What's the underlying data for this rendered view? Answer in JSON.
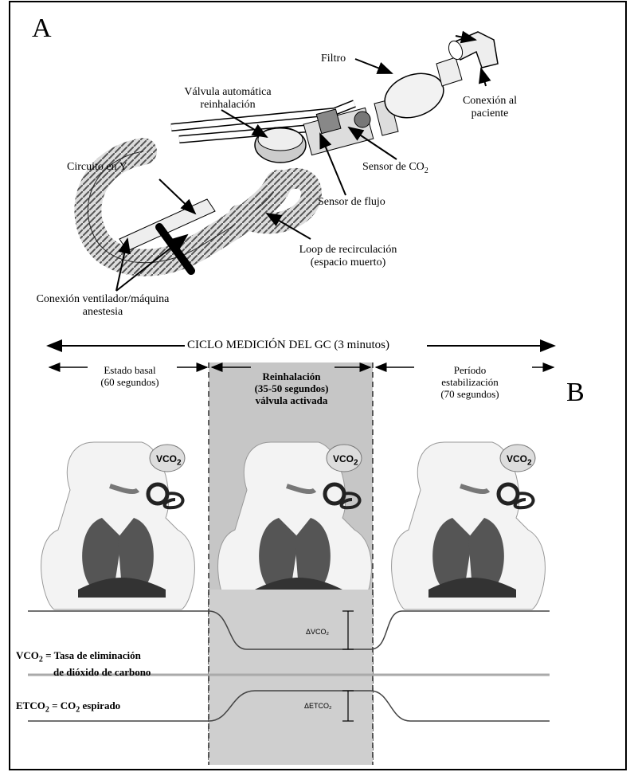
{
  "panel_a": {
    "letter": "A",
    "labels": {
      "filtro": "Filtro",
      "valvula_1": "Válvula automática",
      "valvula_2": "reinhalación",
      "conexion_paciente_1": "Conexión al",
      "conexion_paciente_2": "paciente",
      "circuito_y": "Circuito en Y",
      "sensor_co2": "Sensor de CO",
      "sensor_co2_sub": "2",
      "sensor_flujo": "Sensor de flujo",
      "loop_1": "Loop de recirculación",
      "loop_2": "(espacio muerto)",
      "conexion_vent_1": "Conexión ventilador/máquina",
      "conexion_vent_2": "anestesia"
    }
  },
  "panel_b": {
    "letter": "B",
    "ciclo": "CICLO MEDICIÓN DEL GC (3 minutos)",
    "phases": {
      "basal_1": "Estado basal",
      "basal_2": "(60 segundos)",
      "reinh_1": "Reinhalación",
      "reinh_2": "(35-50 segundos)",
      "reinh_3": "válvula activada",
      "estab_1": "Período",
      "estab_2": "estabilización",
      "estab_3": "(70 segundos)"
    },
    "bubble_text": "VCO",
    "bubble_sub": "2",
    "delta_vco2": "ΔVCO₂",
    "delta_etco2": "ΔETCO₂",
    "vco2_label_main": "VCO",
    "vco2_label_sub": "2",
    "vco2_label_rest": " = Tasa de eliminación",
    "vco2_label_line2": "de dióxido de carbono",
    "etco2_label_main": "ETCO",
    "etco2_label_sub": "2",
    "etco2_label_mid": " = CO",
    "etco2_label_sub2": "2",
    "etco2_label_rest": " espirado"
  }
}
